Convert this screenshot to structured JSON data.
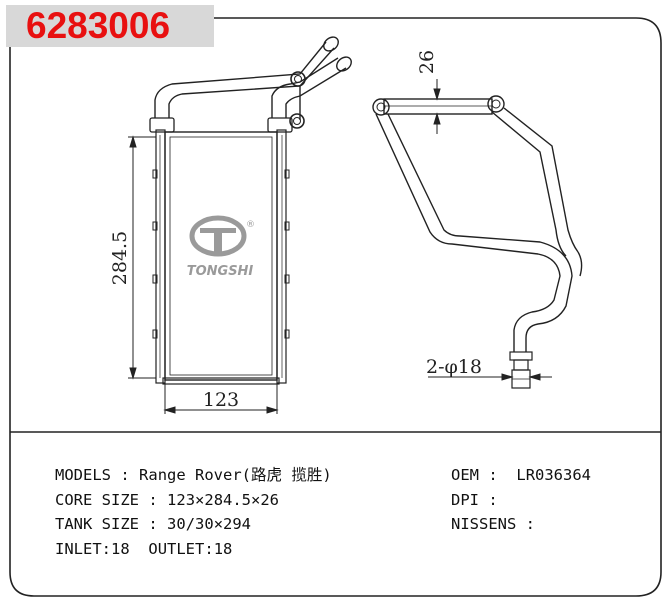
{
  "part_number": "6283006",
  "brand": {
    "name": "TONGSHI",
    "registered_mark": "®",
    "logo_color": "#9a9a9a"
  },
  "dimensions": {
    "core_height": "284.5",
    "core_width": "123",
    "thickness": "26",
    "pipe": "2-φ18"
  },
  "specs": {
    "models_label": "MODELS",
    "models_value": "Range Rover(路虎 揽胜)",
    "core_size_label": "CORE SIZE",
    "core_size_value": "123×284.5×26",
    "tank_size_label": "TANK SIZE",
    "tank_size_value": "30/30×294",
    "inlet_label": "INLET",
    "inlet_value": "18",
    "outlet_label": "OUTLET",
    "outlet_value": "18",
    "separator": ":"
  },
  "references": {
    "oem_label": "OEM",
    "oem_value": "LR036364",
    "dpi_label": "DPI",
    "dpi_value": "",
    "nissens_label": "NISSENS",
    "nissens_value": ""
  },
  "colors": {
    "part_number_text": "#e81010",
    "part_number_bg": "#d8d8d8",
    "line": "#222222"
  }
}
